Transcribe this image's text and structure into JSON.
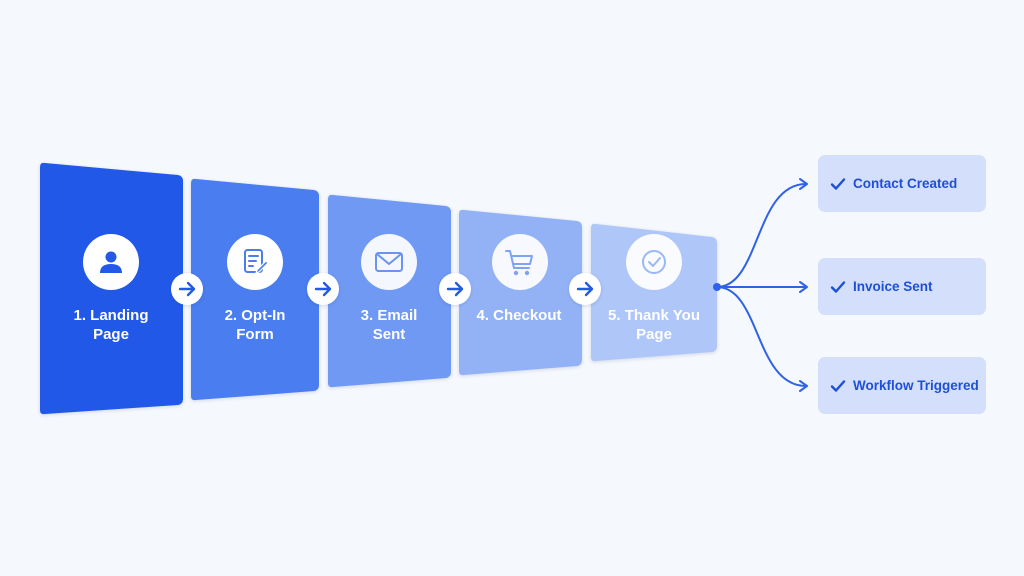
{
  "steps": [
    {
      "line1": "1. Landing",
      "line2": "Page",
      "icon": "user-icon",
      "color": "#2459e8",
      "icon_color": "#2459e8"
    },
    {
      "line1": "2. Opt-In",
      "line2": "Form",
      "icon": "form-edit-icon",
      "color": "#4a7df0",
      "icon_color": "#4a7df0"
    },
    {
      "line1": "3. Email",
      "line2": "Sent",
      "icon": "envelope-icon",
      "color": "#7099f3",
      "icon_color": "#6a93f2"
    },
    {
      "line1": "4. Checkout",
      "line2": "",
      "icon": "shopping-cart-icon",
      "color": "#93b2f6",
      "icon_color": "#7fa3f4"
    },
    {
      "line1": "5. Thank You",
      "line2": "Page",
      "icon": "check-circle-icon",
      "color": "#afc6f8",
      "icon_color": "#9bb8f6"
    }
  ],
  "outcomes": [
    {
      "label": "Contact Created",
      "icon": "checkmark-icon"
    },
    {
      "label": "Invoice Sent",
      "icon": "checkmark-icon"
    },
    {
      "label": "Workflow Triggered",
      "icon": "checkmark-icon"
    }
  ],
  "colors": {
    "accent": "#2459e8",
    "connector": "#2f62e6",
    "outcome_bg": "#d4e0fb",
    "outcome_text": "#1f4fd6",
    "arrow_circle_bg": "#ffffff",
    "background": "#f5f8fc"
  }
}
